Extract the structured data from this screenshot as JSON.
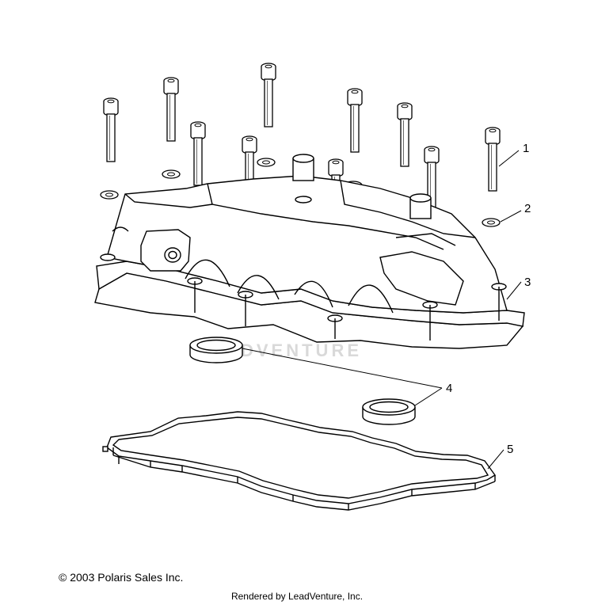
{
  "callouts": [
    "1",
    "2",
    "3",
    "4",
    "5"
  ],
  "watermark": "LEADVENTURE",
  "footer": {
    "copyright": "© 2003 Polaris Sales Inc.",
    "rendered_by": "Rendered by LeadVenture, Inc."
  },
  "colors": {
    "ink": "#000000",
    "watermark": "#d9d9d9",
    "background": "#ffffff"
  }
}
